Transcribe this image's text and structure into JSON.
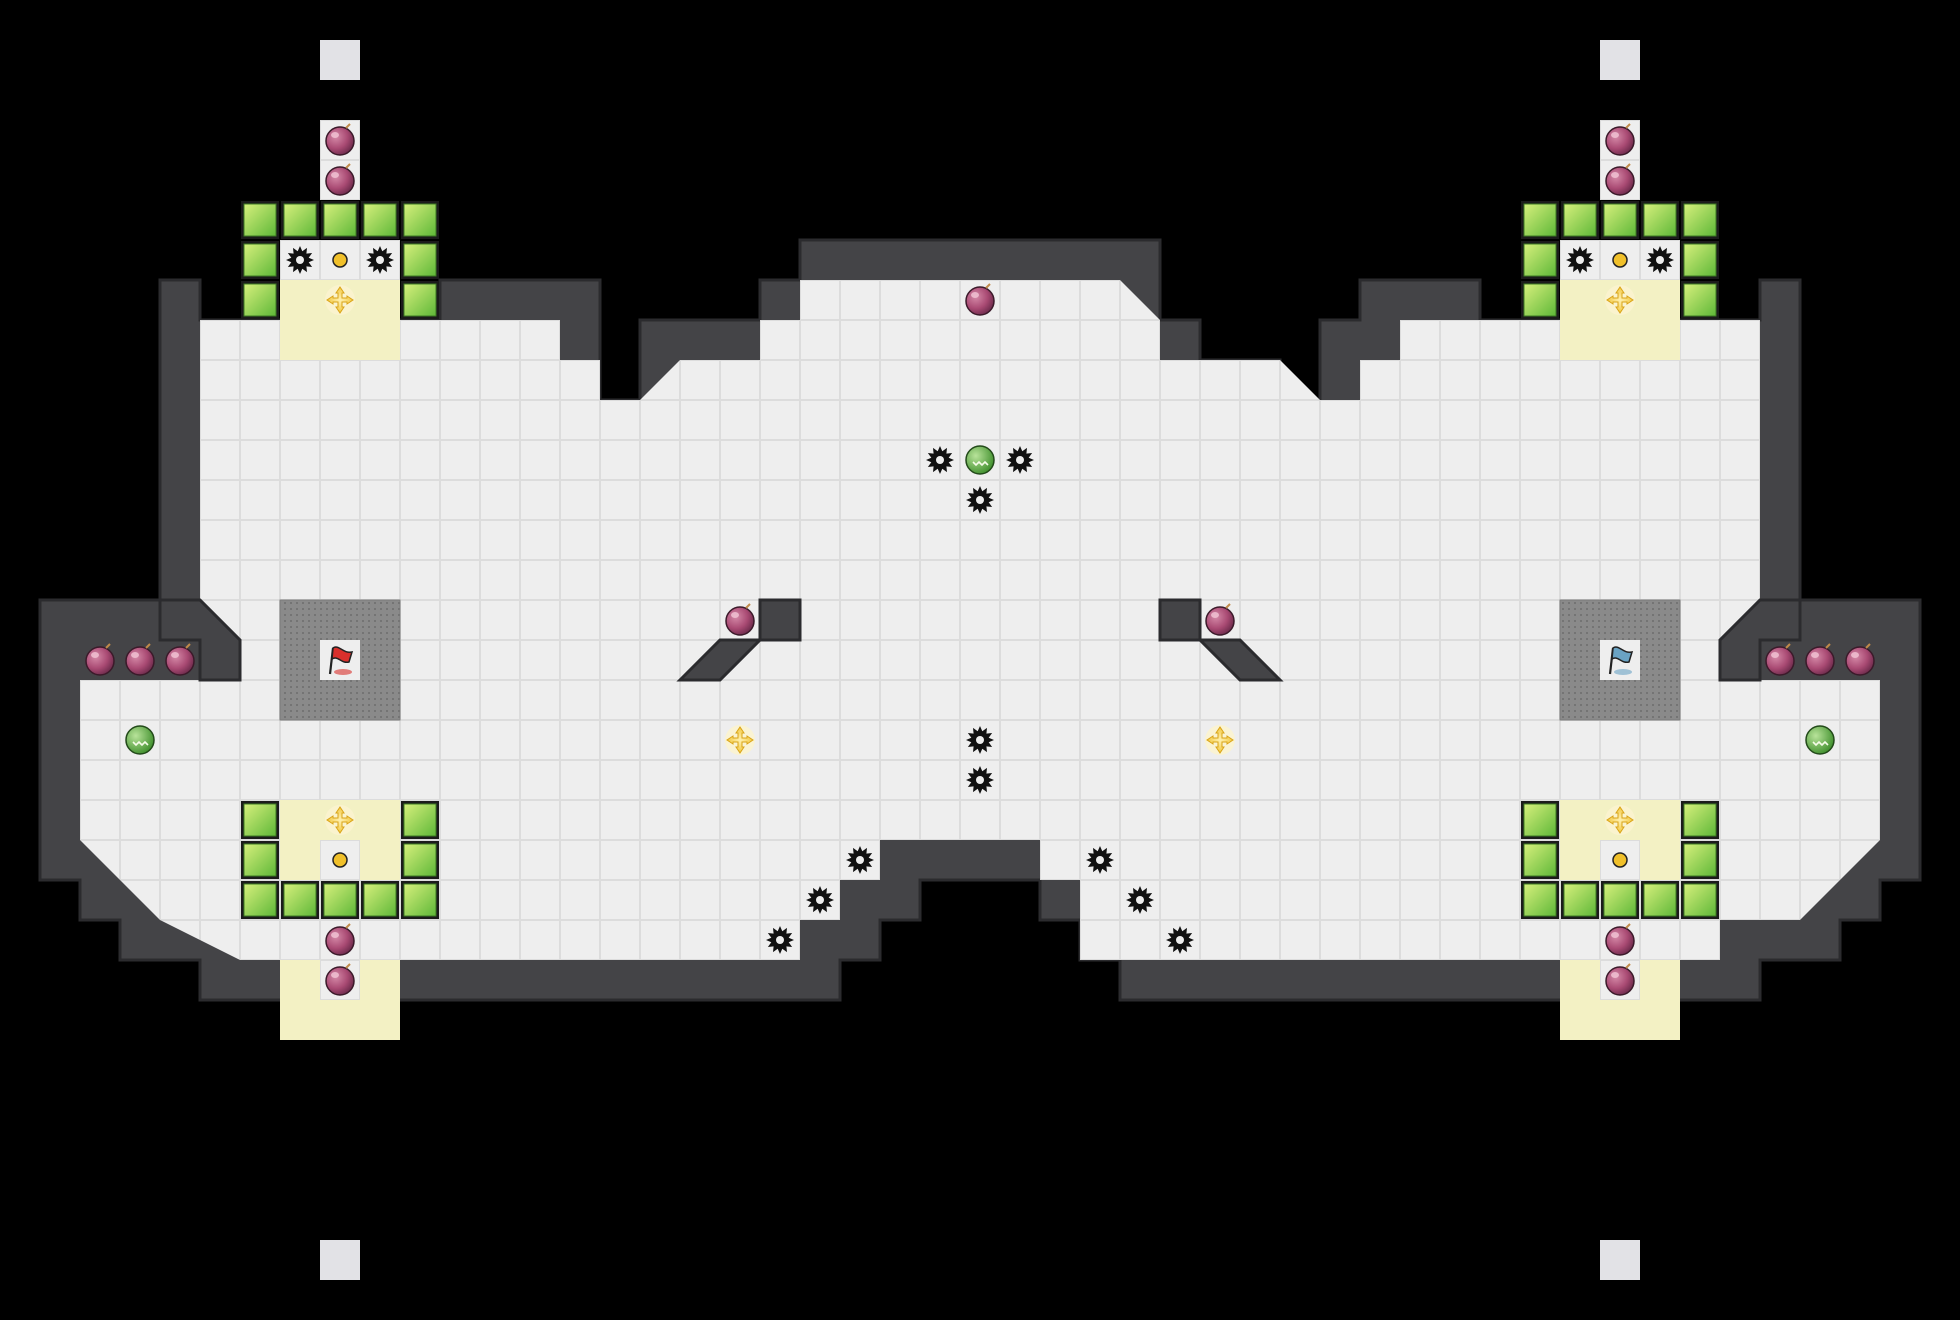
{
  "app": {
    "type": "top-down arena map",
    "teams": [
      {
        "name": "red",
        "flag_color": "#d9302c"
      },
      {
        "name": "blue",
        "flag_color": "#6aa3c4"
      }
    ]
  },
  "palette": {
    "background": "#000000",
    "floor": "#eeeeee",
    "floor_grid": "#dcdcdc",
    "wall_fill": "#444447",
    "wall_edge": "#2b2b2e",
    "spawn_tile": "#f3f1c4",
    "gate_tile": "#7fc742",
    "gate_tile_light": "#c9e86a",
    "base_tile": "#8a8a8a",
    "bomb": "#b1557a",
    "boost": "#69b84a",
    "powerup": "#f0c02a",
    "spike": "#111111",
    "portal": "#e2e2e6"
  },
  "legend": {
    "items": [
      {
        "key": "bomb",
        "icon": "bomb-icon"
      },
      {
        "key": "boost",
        "icon": "boost-icon"
      },
      {
        "key": "spike",
        "icon": "spike-icon"
      },
      {
        "key": "powerup",
        "icon": "powerup-icon"
      },
      {
        "key": "flag",
        "icon": "flag-icon"
      },
      {
        "key": "button",
        "icon": "button-icon"
      },
      {
        "key": "gate",
        "icon": "gate-icon"
      },
      {
        "key": "portal",
        "icon": "portal-icon"
      }
    ]
  }
}
